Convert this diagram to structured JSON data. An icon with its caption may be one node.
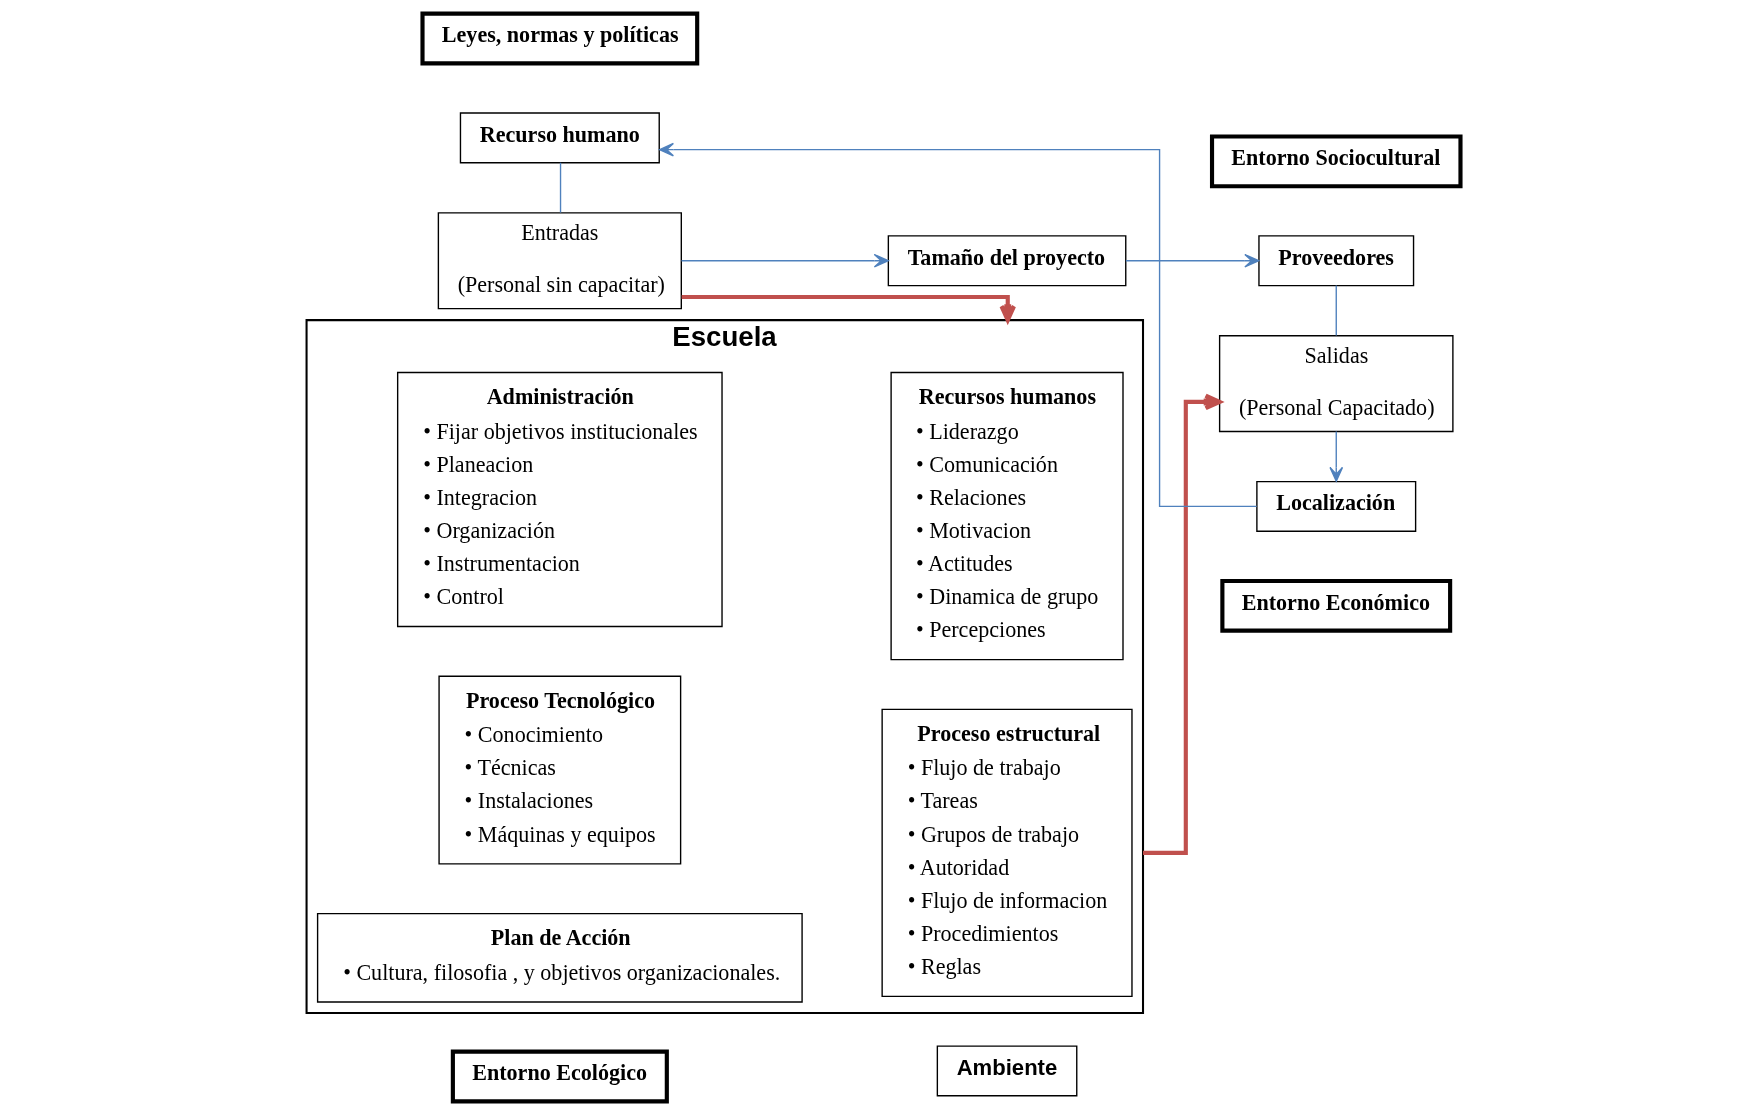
{
  "diagram": {
    "nodes": [
      {
        "text": [
          "Entorno Ecológico"
        ]
      },
      {
        "text": [
          "Ambiente"
        ]
      },
      {
        "text": [
          "Entorno Económico"
        ]
      },
      {
        "text": [
          "Tamaño del proyecto"
        ]
      },
      {
        "text": [
          "Escuela"
        ]
      },
      {
        "text": [
          "Recursos humanos",
          "• Liderazgo",
          "• Comunicación",
          "• Relaciones",
          "• Motivacion",
          "• Actitudes",
          "• Dinamica de grupo",
          "• Percepciones"
        ],
        "in": 4
      },
      {
        "text": [
          "Administración",
          "• Fijar objetivos institucionales",
          "• Planeacion",
          "• Integracion",
          "• Organización",
          "• Instrumentacion",
          "• Control"
        ],
        "in": 4
      },
      {
        "text": [
          "Proceso Tecnológico",
          "• Conocimiento",
          "• Técnicas",
          "• Instalaciones",
          "• Máquinas y equipos"
        ],
        "in": 4
      },
      {
        "text": [
          "Plan de Acción",
          "• Cultura, filosofia , y objetivos organizacionales."
        ],
        "in": 4
      },
      {
        "text": [
          "Proceso estructural",
          "• Flujo de trabajo",
          "• Tareas",
          "• Grupos de trabajo",
          "• Autoridad",
          "• Flujo de informacion",
          "• Procedimientos",
          "• Reglas"
        ],
        "in": 4
      },
      {
        "text": [
          "Proveedores"
        ]
      },
      {
        "text": [
          "Entradas",
          "(Personal sin capacitar)"
        ]
      },
      {
        "text": [
          "Salidas",
          "(Personal Capacitado)"
        ]
      },
      {
        "text": [
          "Recurso humano"
        ]
      },
      {
        "text": [
          "Localización"
        ]
      },
      {
        "text": [
          "Leyes, normas y políticas"
        ]
      },
      {
        "text": [
          "Entorno Sociocultural"
        ]
      }
    ],
    "edges": [
      {
        "from": 11,
        "to": 3,
        "arrow": "to"
      },
      {
        "from": 3,
        "to": 10,
        "arrow": "to"
      },
      {
        "from": 10,
        "to": 12,
        "arrow": "none"
      },
      {
        "from": 12,
        "to": 14,
        "arrow": "to"
      },
      {
        "from": 14,
        "to": 13,
        "arrow": "to"
      },
      {
        "from": 13,
        "to": 11,
        "arrow": "none"
      },
      {
        "from": 11,
        "to": 4,
        "arrow": "to",
        "style": "thick",
        "color": "#c0504d"
      },
      {
        "from": 4,
        "to": 12,
        "arrow": "to",
        "style": "thick",
        "color": "#c0504d"
      }
    ]
  }
}
